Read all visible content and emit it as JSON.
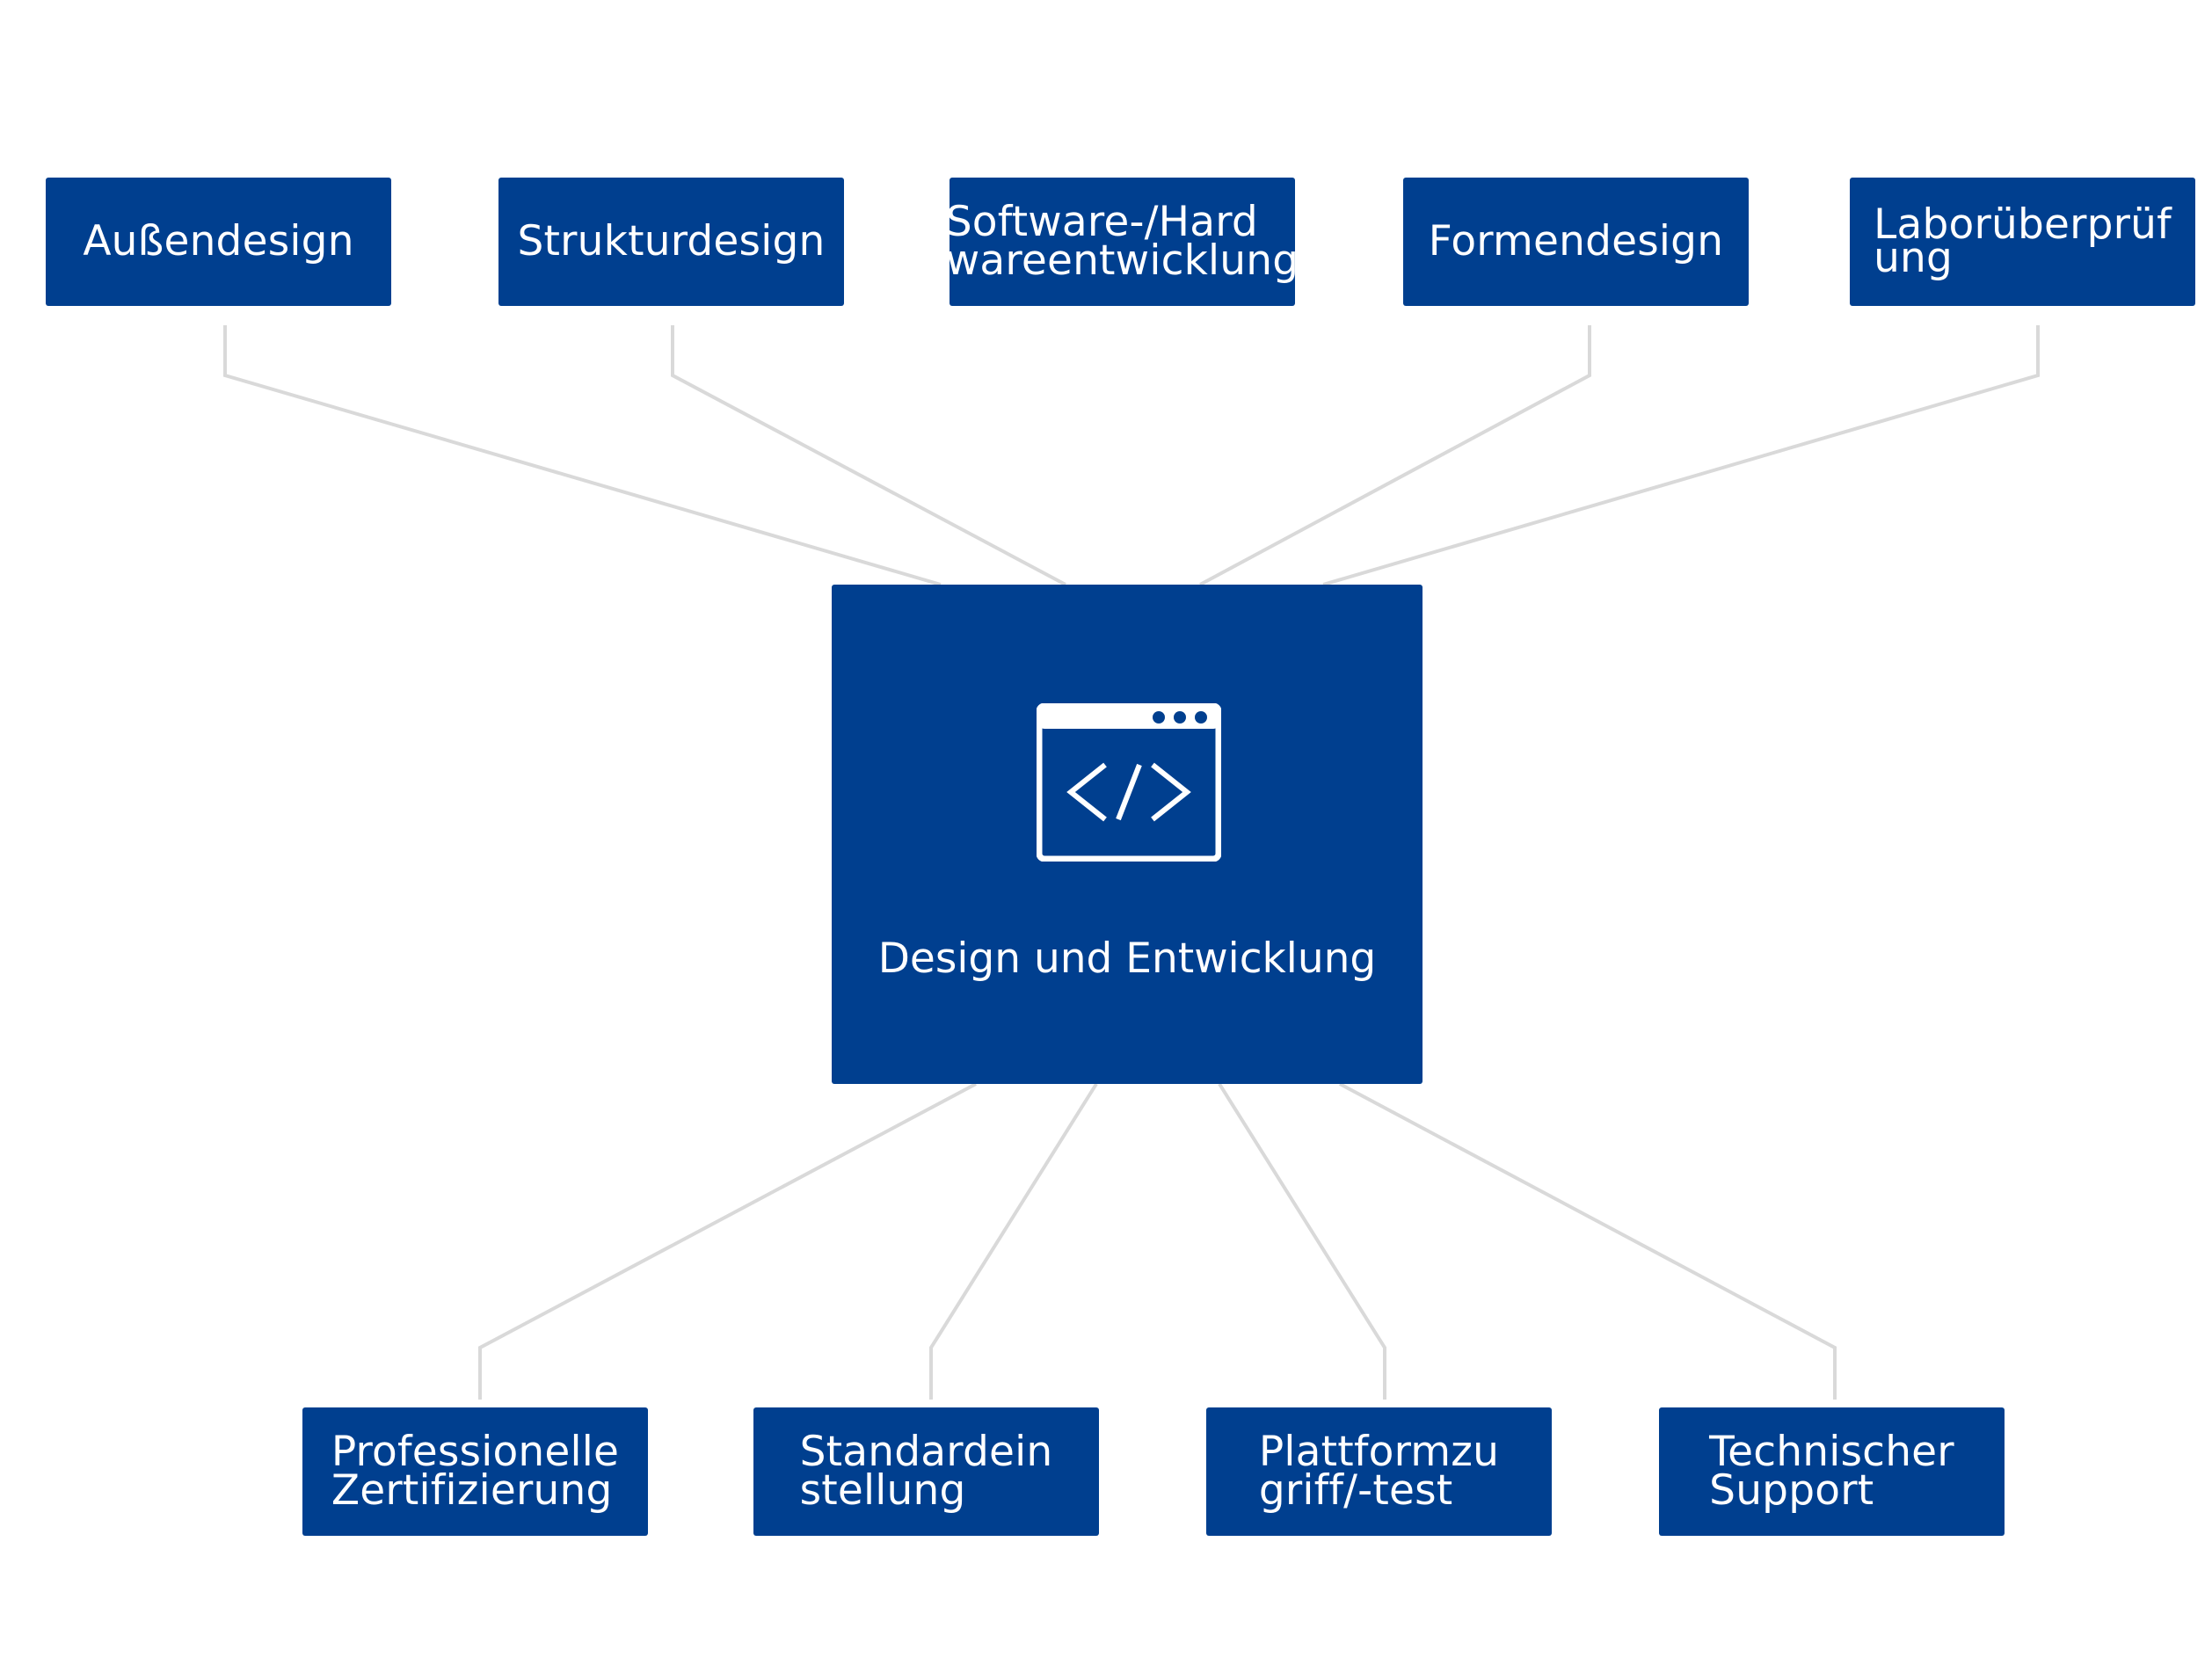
{
  "colors": {
    "box_fill": "#003f8f",
    "text": "#ffffff",
    "connector": "#d9d9d9",
    "background": "#ffffff"
  },
  "center": {
    "label": "Design und Entwicklung",
    "icon": "code-window-icon"
  },
  "top_nodes": [
    {
      "lines": [
        "Außendesign"
      ]
    },
    {
      "lines": [
        "Strukturdesign"
      ]
    },
    {
      "lines": [
        "Software-/Hard",
        "wareentwicklung"
      ]
    },
    {
      "lines": [
        "Formendesign"
      ]
    },
    {
      "lines": [
        "Laborüberprüf",
        "ung"
      ]
    }
  ],
  "bottom_nodes": [
    {
      "lines": [
        "Professionelle",
        "Zertifizierung"
      ]
    },
    {
      "lines": [
        "Standardein",
        "stellung"
      ]
    },
    {
      "lines": [
        "Plattformzu",
        "griff/-test"
      ]
    },
    {
      "lines": [
        "Technischer",
        "Support"
      ]
    }
  ]
}
